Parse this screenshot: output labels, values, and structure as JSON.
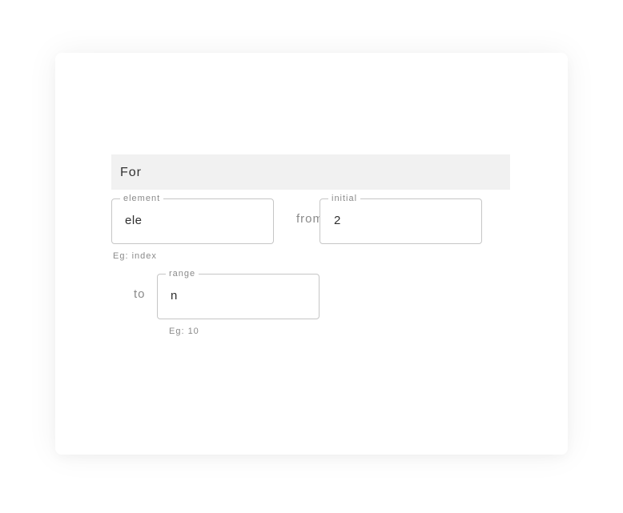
{
  "block": {
    "title": "For"
  },
  "element_field": {
    "label": "element",
    "value": "ele",
    "helper": "Eg: index"
  },
  "from_label": "from",
  "initial_field": {
    "label": "initial",
    "value": "2"
  },
  "to_label": "to",
  "range_field": {
    "label": "range",
    "value": "n",
    "helper": "Eg: 10"
  }
}
